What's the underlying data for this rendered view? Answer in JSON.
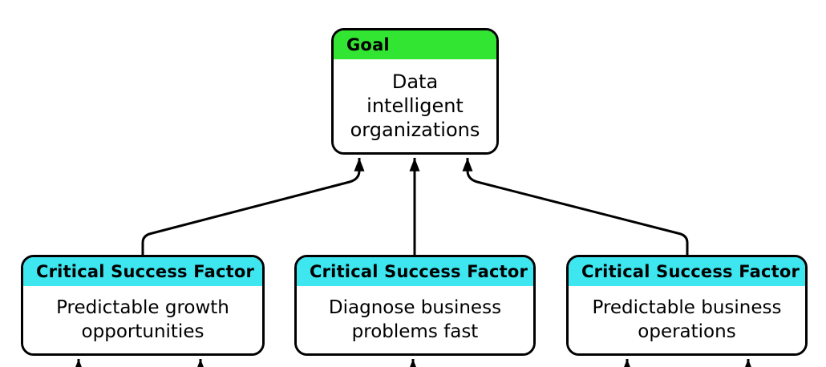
{
  "diagram": {
    "background_color": "#ffffff",
    "border_color": "#000000",
    "goal": {
      "header_label": "Goal",
      "header_color": "#32e532",
      "lines": [
        "Data",
        "intelligent",
        "organizations"
      ]
    },
    "csf_header_color": "#3ee6f0",
    "csf_boxes": [
      {
        "header_label": "Critical Success Factor",
        "lines": [
          "Predictable growth",
          "opportunities"
        ]
      },
      {
        "header_label": "Critical Success Factor",
        "lines": [
          "Diagnose business",
          "problems fast"
        ]
      },
      {
        "header_label": "Critical Success Factor",
        "lines": [
          "Predictable business",
          "operations"
        ]
      }
    ]
  }
}
